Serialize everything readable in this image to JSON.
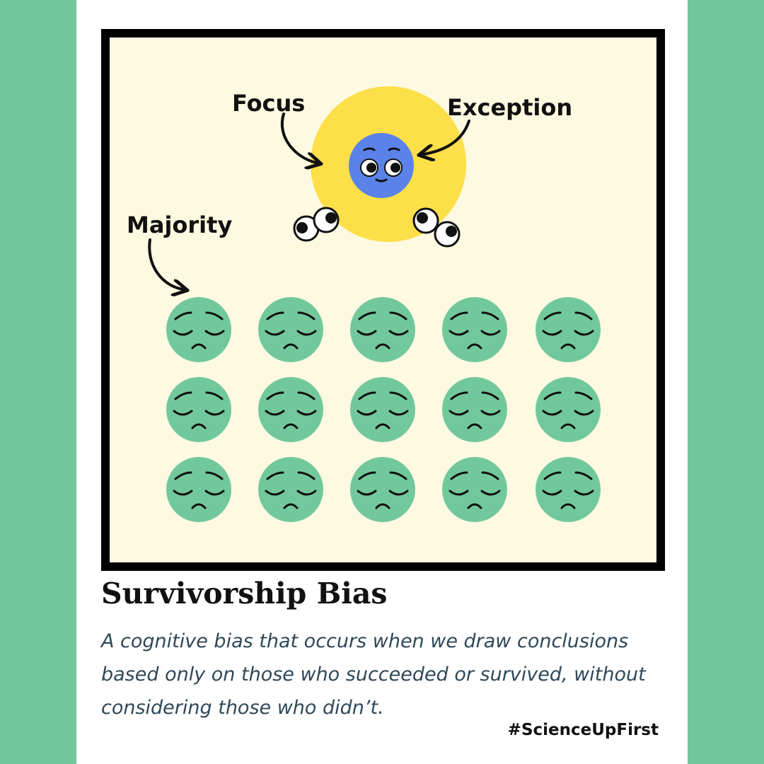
{
  "labels": {
    "focus": "Focus",
    "exception": "Exception",
    "majority": "Majority"
  },
  "title": "Survivorship Bias",
  "description": "A cognitive bias that occurs when we draw conclusions based only on those who succeeded or survived, without considering those who didn’t.",
  "hashtag": "#ScienceUpFirst",
  "colors": {
    "background": "#72c89d",
    "panel": "#fef9e1",
    "spotlight": "#fddf49",
    "exception_face": "#5b82e8",
    "majority_face": "#72c89d"
  },
  "icons": [
    "spotlight-icon",
    "exception-face-icon",
    "eyes-icon",
    "sad-face-icon",
    "arrow-icon"
  ]
}
